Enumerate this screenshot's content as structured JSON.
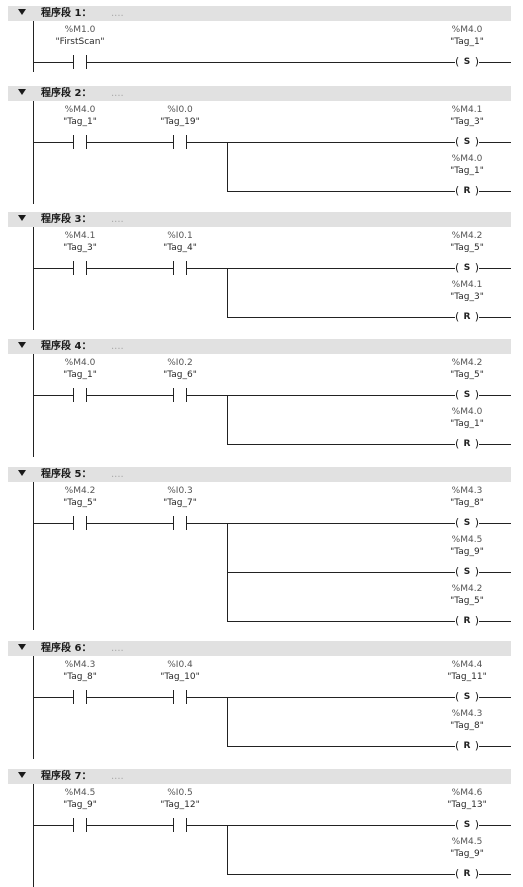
{
  "networks": [
    {
      "title": "程序段 1：",
      "comment": "....",
      "contacts": [
        {
          "address": "%M1.0",
          "tag": "\"FirstScan\""
        }
      ],
      "coils": [
        {
          "address": "%M4.0",
          "tag": "\"Tag_1\"",
          "type": "S"
        }
      ]
    },
    {
      "title": "程序段 2：",
      "comment": "....",
      "contacts": [
        {
          "address": "%M4.0",
          "tag": "\"Tag_1\""
        },
        {
          "address": "%I0.0",
          "tag": "\"Tag_19\""
        }
      ],
      "coils": [
        {
          "address": "%M4.1",
          "tag": "\"Tag_3\"",
          "type": "S"
        },
        {
          "address": "%M4.0",
          "tag": "\"Tag_1\"",
          "type": "R"
        }
      ]
    },
    {
      "title": "程序段 3：",
      "comment": "....",
      "contacts": [
        {
          "address": "%M4.1",
          "tag": "\"Tag_3\""
        },
        {
          "address": "%I0.1",
          "tag": "\"Tag_4\""
        }
      ],
      "coils": [
        {
          "address": "%M4.2",
          "tag": "\"Tag_5\"",
          "type": "S"
        },
        {
          "address": "%M4.1",
          "tag": "\"Tag_3\"",
          "type": "R"
        }
      ]
    },
    {
      "title": "程序段 4：",
      "comment": "....",
      "contacts": [
        {
          "address": "%M4.0",
          "tag": "\"Tag_1\""
        },
        {
          "address": "%I0.2",
          "tag": "\"Tag_6\""
        }
      ],
      "coils": [
        {
          "address": "%M4.2",
          "tag": "\"Tag_5\"",
          "type": "S"
        },
        {
          "address": "%M4.0",
          "tag": "\"Tag_1\"",
          "type": "R"
        }
      ]
    },
    {
      "title": "程序段 5：",
      "comment": "....",
      "contacts": [
        {
          "address": "%M4.2",
          "tag": "\"Tag_5\""
        },
        {
          "address": "%I0.3",
          "tag": "\"Tag_7\""
        }
      ],
      "coils": [
        {
          "address": "%M4.3",
          "tag": "\"Tag_8\"",
          "type": "S"
        },
        {
          "address": "%M4.5",
          "tag": "\"Tag_9\"",
          "type": "S"
        },
        {
          "address": "%M4.2",
          "tag": "\"Tag_5\"",
          "type": "R"
        }
      ]
    },
    {
      "title": "程序段 6：",
      "comment": "....",
      "contacts": [
        {
          "address": "%M4.3",
          "tag": "\"Tag_8\""
        },
        {
          "address": "%I0.4",
          "tag": "\"Tag_10\""
        }
      ],
      "coils": [
        {
          "address": "%M4.4",
          "tag": "\"Tag_11\"",
          "type": "S"
        },
        {
          "address": "%M4.3",
          "tag": "\"Tag_8\"",
          "type": "R"
        }
      ]
    },
    {
      "title": "程序段 7：",
      "comment": "....",
      "contacts": [
        {
          "address": "%M4.5",
          "tag": "\"Tag_9\""
        },
        {
          "address": "%I0.5",
          "tag": "\"Tag_12\""
        }
      ],
      "coils": [
        {
          "address": "%M4.6",
          "tag": "\"Tag_13\"",
          "type": "S"
        },
        {
          "address": "%M4.5",
          "tag": "\"Tag_9\"",
          "type": "R"
        }
      ]
    }
  ]
}
